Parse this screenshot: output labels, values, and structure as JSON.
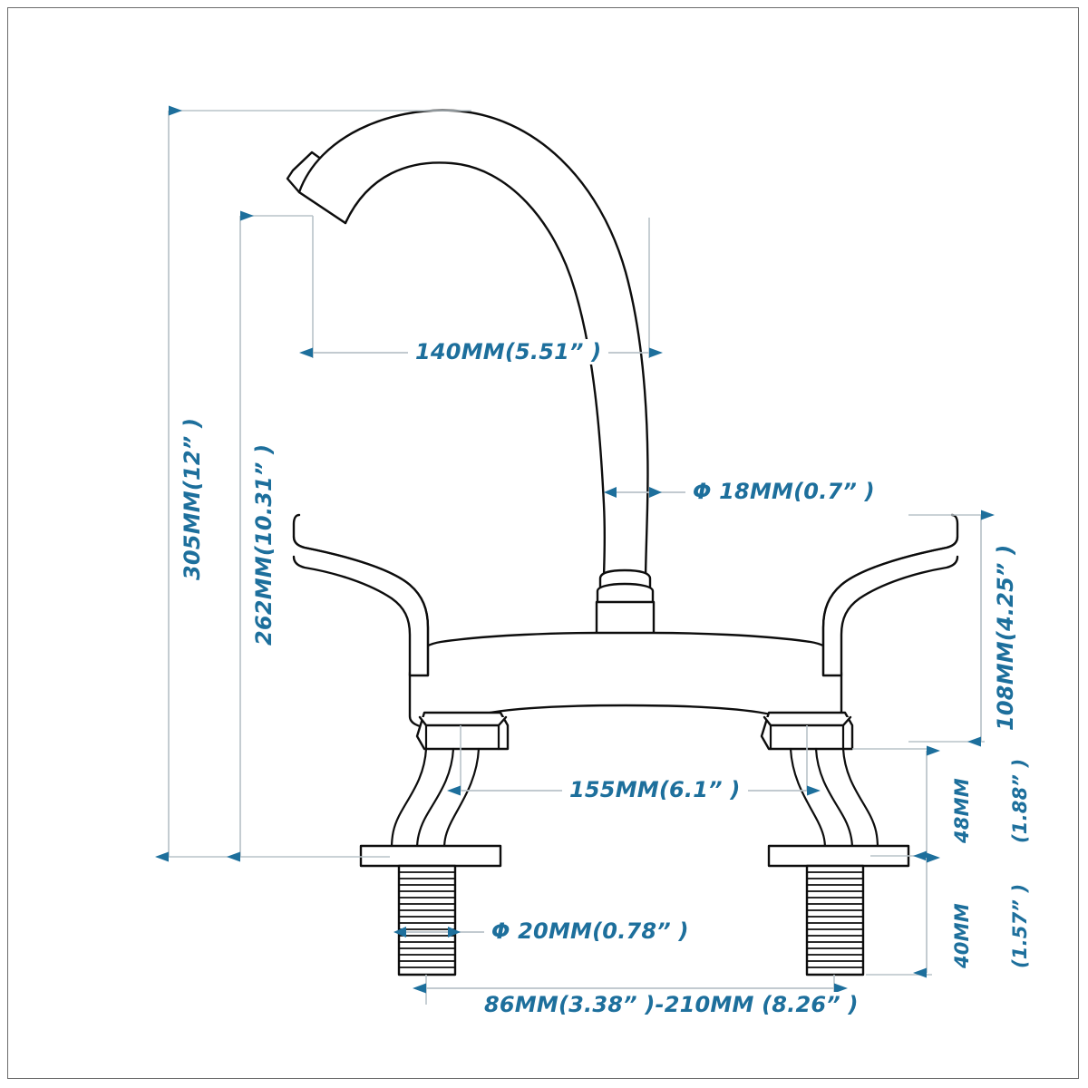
{
  "document": {
    "type": "technical-drawing",
    "subject": "two-handle bridge kitchen faucet dimension drawing",
    "background_color": "#ffffff",
    "line_color": "#0d0d0d",
    "dimension_color": "#1d6f9c",
    "extension_line_color": "#b9c3c9",
    "border_color": "#6b6b6b"
  },
  "dimensions": {
    "overall_height": {
      "label": "305MM(12” )",
      "value_mm": 305,
      "value_in": 12,
      "orientation": "vertical",
      "position": "far-left"
    },
    "spout_height": {
      "label": "262MM(10.31” )",
      "value_mm": 262,
      "value_in": 10.31,
      "orientation": "vertical",
      "position": "left"
    },
    "spout_reach": {
      "label": "140MM(5.51” )",
      "value_mm": 140,
      "value_in": 5.51,
      "orientation": "horizontal",
      "position": "upper-middle"
    },
    "spout_tube_diameter": {
      "label": "Φ 18MM(0.7” )",
      "value_mm": 18,
      "value_in": 0.7,
      "orientation": "horizontal",
      "position": "middle-right"
    },
    "handle_to_base_height": {
      "label": "108MM(4.25” )",
      "value_mm": 108,
      "value_in": 4.25,
      "orientation": "vertical",
      "position": "right"
    },
    "handle_spread": {
      "label": "155MM(6.1” )",
      "value_mm": 155,
      "value_in": 6.1,
      "orientation": "horizontal",
      "position": "lower-middle"
    },
    "deck_to_mount_height": {
      "label_line1": "48MM",
      "label_line2": "(1.88” )",
      "value_mm": 48,
      "value_in": 1.88,
      "orientation": "vertical",
      "position": "far-right"
    },
    "shank_length": {
      "label_line1": "40MM",
      "label_line2": "(1.57” )",
      "value_mm": 40,
      "value_in": 1.57,
      "orientation": "vertical",
      "position": "far-right-lower"
    },
    "shank_diameter": {
      "label": "Φ 20MM(0.78” )",
      "value_mm": 20,
      "value_in": 0.78,
      "orientation": "horizontal",
      "position": "bottom-left"
    },
    "mounting_hole_spread": {
      "label": "86MM(3.38” )-210MM (8.26” )",
      "min_mm": 86,
      "min_in": 3.38,
      "max_mm": 210,
      "max_in": 8.26,
      "orientation": "horizontal",
      "position": "bottom"
    }
  }
}
